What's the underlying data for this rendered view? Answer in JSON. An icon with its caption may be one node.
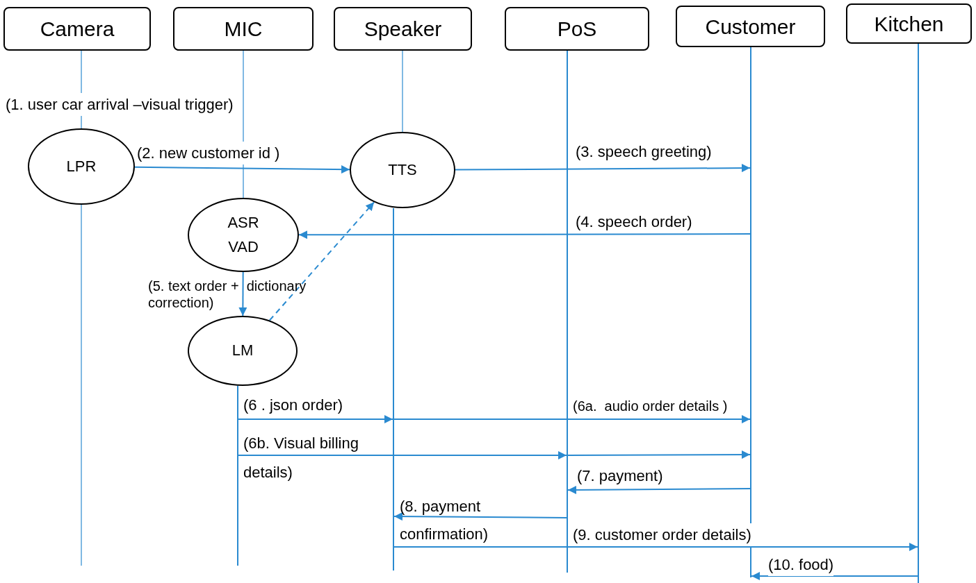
{
  "diagram": {
    "nodes": [
      {
        "text": [
          "Camera"
        ]
      },
      {
        "text": [
          "MIC"
        ]
      },
      {
        "text": [
          "Speaker"
        ]
      },
      {
        "text": [
          "PoS"
        ]
      },
      {
        "text": [
          "Customer"
        ]
      },
      {
        "text": [
          "Kitchen"
        ]
      },
      {
        "text": [
          "LPR"
        ]
      },
      {
        "text": [
          "TTS"
        ]
      },
      {
        "text": [
          "ASR VAD"
        ]
      },
      {
        "text": [
          "LM"
        ]
      },
      {
        "text": [],
        "shape": "bar"
      },
      {
        "text": [],
        "shape": "bar"
      },
      {
        "text": [],
        "shape": "bar"
      },
      {
        "text": [],
        "shape": "bar"
      },
      {
        "text": [],
        "shape": "bar"
      }
    ],
    "edges": [
      {
        "from": 0,
        "to": 6,
        "arrow": "none"
      },
      {
        "from": 6,
        "to": null,
        "arrow": "none"
      },
      {
        "from": 1,
        "to": 8,
        "arrow": "none"
      },
      {
        "from": 2,
        "to": 7,
        "arrow": "none"
      },
      {
        "from": 6,
        "to": 7,
        "arrow": "to",
        "label": "(2. new customer id )"
      },
      {
        "from": 7,
        "to": 13,
        "arrow": "to",
        "label": "(3. speech greeting)"
      },
      {
        "from": 13,
        "to": 8,
        "arrow": "to",
        "label": "(4. speech order)"
      },
      {
        "from": 8,
        "to": 9,
        "arrow": "to",
        "label": "(5. text order +  dictionary correction)"
      },
      {
        "from": 9,
        "to": 7,
        "arrow": "to",
        "style": "dashed"
      },
      {
        "from": 10,
        "to": 11,
        "arrow": "to",
        "label": "(6 . json order)"
      },
      {
        "from": 11,
        "to": 13,
        "arrow": "to",
        "label": "(6a.  audio order details )"
      },
      {
        "from": 10,
        "to": 12,
        "arrow": "to",
        "label": "(6b. Visual billing details)"
      },
      {
        "from": 12,
        "to": 13,
        "arrow": "to"
      },
      {
        "from": 13,
        "to": 12,
        "arrow": "to",
        "label": "(7. payment)"
      },
      {
        "from": 12,
        "to": 11,
        "arrow": "to",
        "label": "(8. payment confirmation)"
      },
      {
        "from": 11,
        "to": 14,
        "arrow": "to",
        "label": "(9. customer order details)"
      },
      {
        "from": 14,
        "to": 13,
        "arrow": "to",
        "label": "(10. food)"
      }
    ],
    "labels": [
      "(1. user car arrival –visual trigger)"
    ]
  }
}
